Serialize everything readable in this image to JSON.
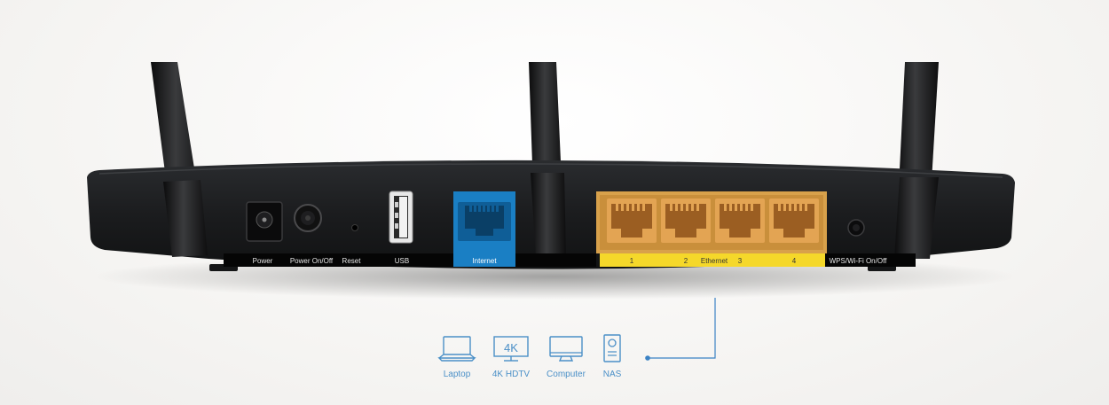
{
  "ports": {
    "power": "Power",
    "power_switch": "Power On/Off",
    "reset": "Reset",
    "usb": "USB",
    "internet": "Internet",
    "ethernet": "Ethernet",
    "lan1": "1",
    "lan2": "2",
    "lan3": "3",
    "lan4": "4",
    "wps": "WPS/Wi-Fi On/Off"
  },
  "devices": {
    "laptop": "Laptop",
    "tv_badge": "4K",
    "tv": "4K HDTV",
    "computer": "Computer",
    "nas": "NAS"
  },
  "colors": {
    "internet": "#1a7fc4",
    "ethernet": "#f5d82a",
    "lan_port": "#e3a453",
    "accent": "#3b82c4"
  }
}
